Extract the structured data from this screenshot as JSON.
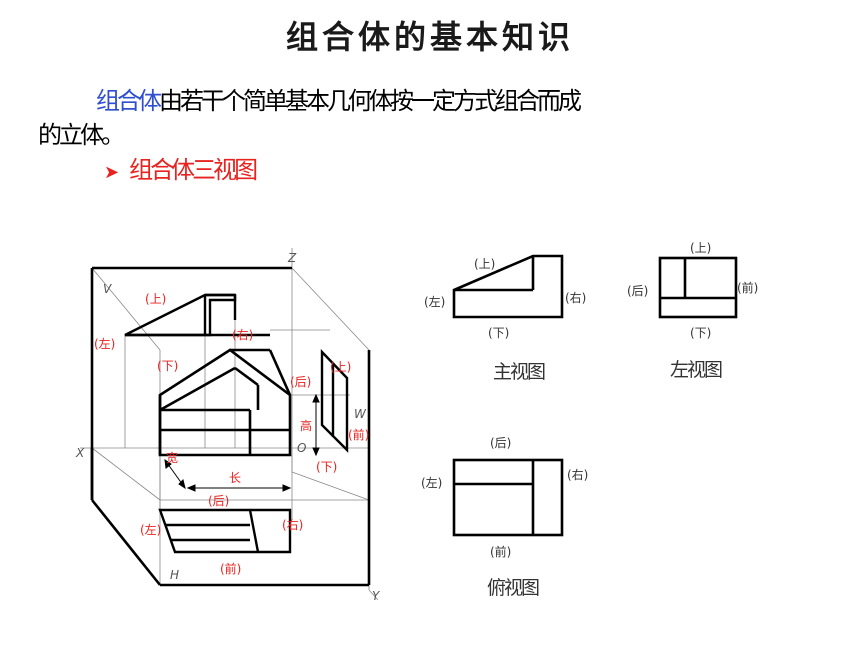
{
  "title": "组合体的基本知识",
  "definition": {
    "term": "组合体",
    "text": "由若干个简单基本几何体按一定方式组合而成的立体。"
  },
  "bullet": "组合体三视图",
  "iso": {
    "axes": {
      "z": "Z",
      "x": "X",
      "y": "Y",
      "v": "V",
      "w": "W",
      "h": "H",
      "o": "O"
    },
    "labels": {
      "top1": "(上)",
      "left1": "(左)",
      "right1": "(右)",
      "bottom1": "(下)",
      "back_w": "(后)",
      "top_w": "(上)",
      "front_w": "(前)",
      "bottom_w": "(下)",
      "back_h": "(后)",
      "left_h": "(左)",
      "right_h": "(右)",
      "front_h": "(前)",
      "gao": "高",
      "kuan": "宽",
      "chang": "长"
    }
  },
  "front_view": {
    "name": "主视图",
    "top": "(上)",
    "left": "(左)",
    "right": "(右)",
    "bottom": "(下)"
  },
  "left_view": {
    "name": "左视图",
    "top": "(上)",
    "left": "(后)",
    "right": "(前)",
    "bottom": "(下)"
  },
  "top_view": {
    "name": "俯视图",
    "top": "(后)",
    "left": "(左)",
    "right": "(右)",
    "bottom": "(前)"
  },
  "colors": {
    "red_label": "#e8231f",
    "term_blue": "#2f4fd0"
  }
}
